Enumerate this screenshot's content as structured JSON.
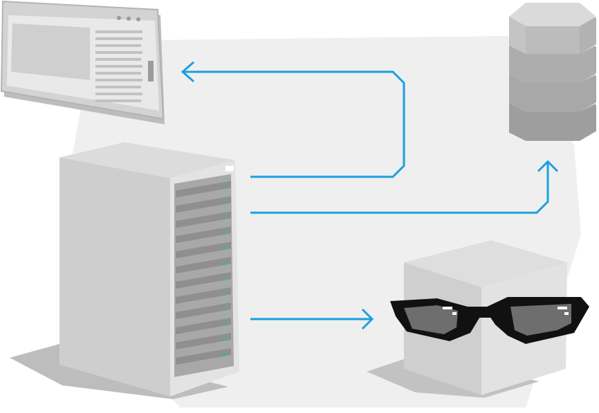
{
  "diagram": {
    "nodes": [
      {
        "id": "browser",
        "icon": "browser-window-icon"
      },
      {
        "id": "server",
        "icon": "server-tower-icon"
      },
      {
        "id": "database",
        "icon": "database-stack-icon"
      },
      {
        "id": "proxy",
        "icon": "sunglasses-cube-icon"
      }
    ],
    "edges": [
      {
        "from": "server",
        "to": "browser"
      },
      {
        "from": "server",
        "to": "database"
      },
      {
        "from": "server",
        "to": "proxy"
      }
    ]
  },
  "colors": {
    "arrow": "#1a9fe0",
    "backdrop": "#efefef",
    "shadow": "#bdbdbd",
    "panel": "#d9d9d9",
    "panel_dark": "#a9a9a9",
    "led": "#35c46a",
    "glasses": "#111111"
  }
}
